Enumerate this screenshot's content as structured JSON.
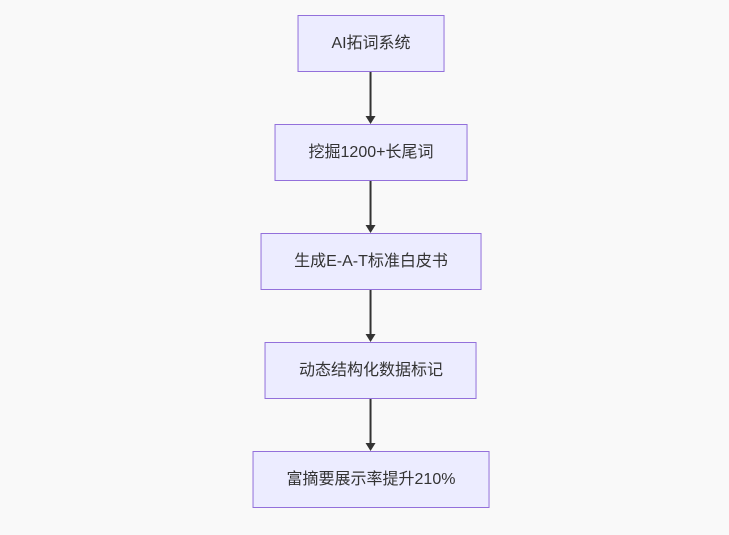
{
  "diagram": {
    "type": "flowchart",
    "direction": "top-down",
    "nodes": [
      {
        "id": "n1",
        "label": "AI拓词系统"
      },
      {
        "id": "n2",
        "label": "挖掘1200+长尾词"
      },
      {
        "id": "n3",
        "label": "生成E-A-T标准白皮书"
      },
      {
        "id": "n4",
        "label": "动态结构化数据标记"
      },
      {
        "id": "n5",
        "label": "富摘要展示率提升210%"
      }
    ],
    "edges": [
      {
        "from": "n1",
        "to": "n2"
      },
      {
        "from": "n2",
        "to": "n3"
      },
      {
        "from": "n3",
        "to": "n4"
      },
      {
        "from": "n4",
        "to": "n5"
      }
    ],
    "colors": {
      "background": "#f9f9f9",
      "node_fill": "#ececff",
      "node_border": "#9370db",
      "text": "#333333",
      "arrow": "#333333"
    }
  }
}
